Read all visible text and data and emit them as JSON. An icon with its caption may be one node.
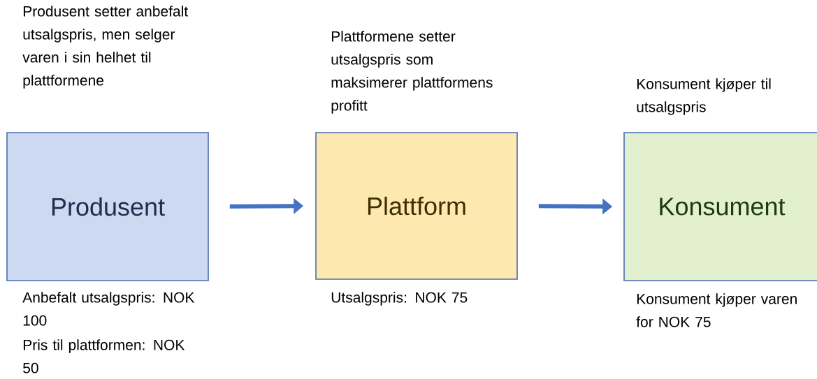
{
  "diagram": {
    "nodes": [
      {
        "text": [
          "Produsent"
        ],
        "beside": [
          "Produsent setter anbefalt utsalgspris, men selger varen i sin helhet til plattformene",
          "Anbefalt utsalgspris: NOK 100",
          "Pris til plattformen: NOK 50"
        ]
      },
      {
        "text": [
          "Plattform"
        ],
        "beside": [
          "Plattformene setter utsalgspris som maksimerer plattformens profitt",
          "Utsalgspris: NOK 75"
        ]
      },
      {
        "text": [
          "Konsument"
        ],
        "beside": [
          "Konsument kjøper til utsalgspris",
          "Konsument kjøper varen for NOK 75"
        ]
      }
    ],
    "edges": [
      {
        "from": 0,
        "to": 1,
        "arrow": "to"
      },
      {
        "from": 1,
        "to": 2,
        "arrow": "to"
      }
    ]
  }
}
